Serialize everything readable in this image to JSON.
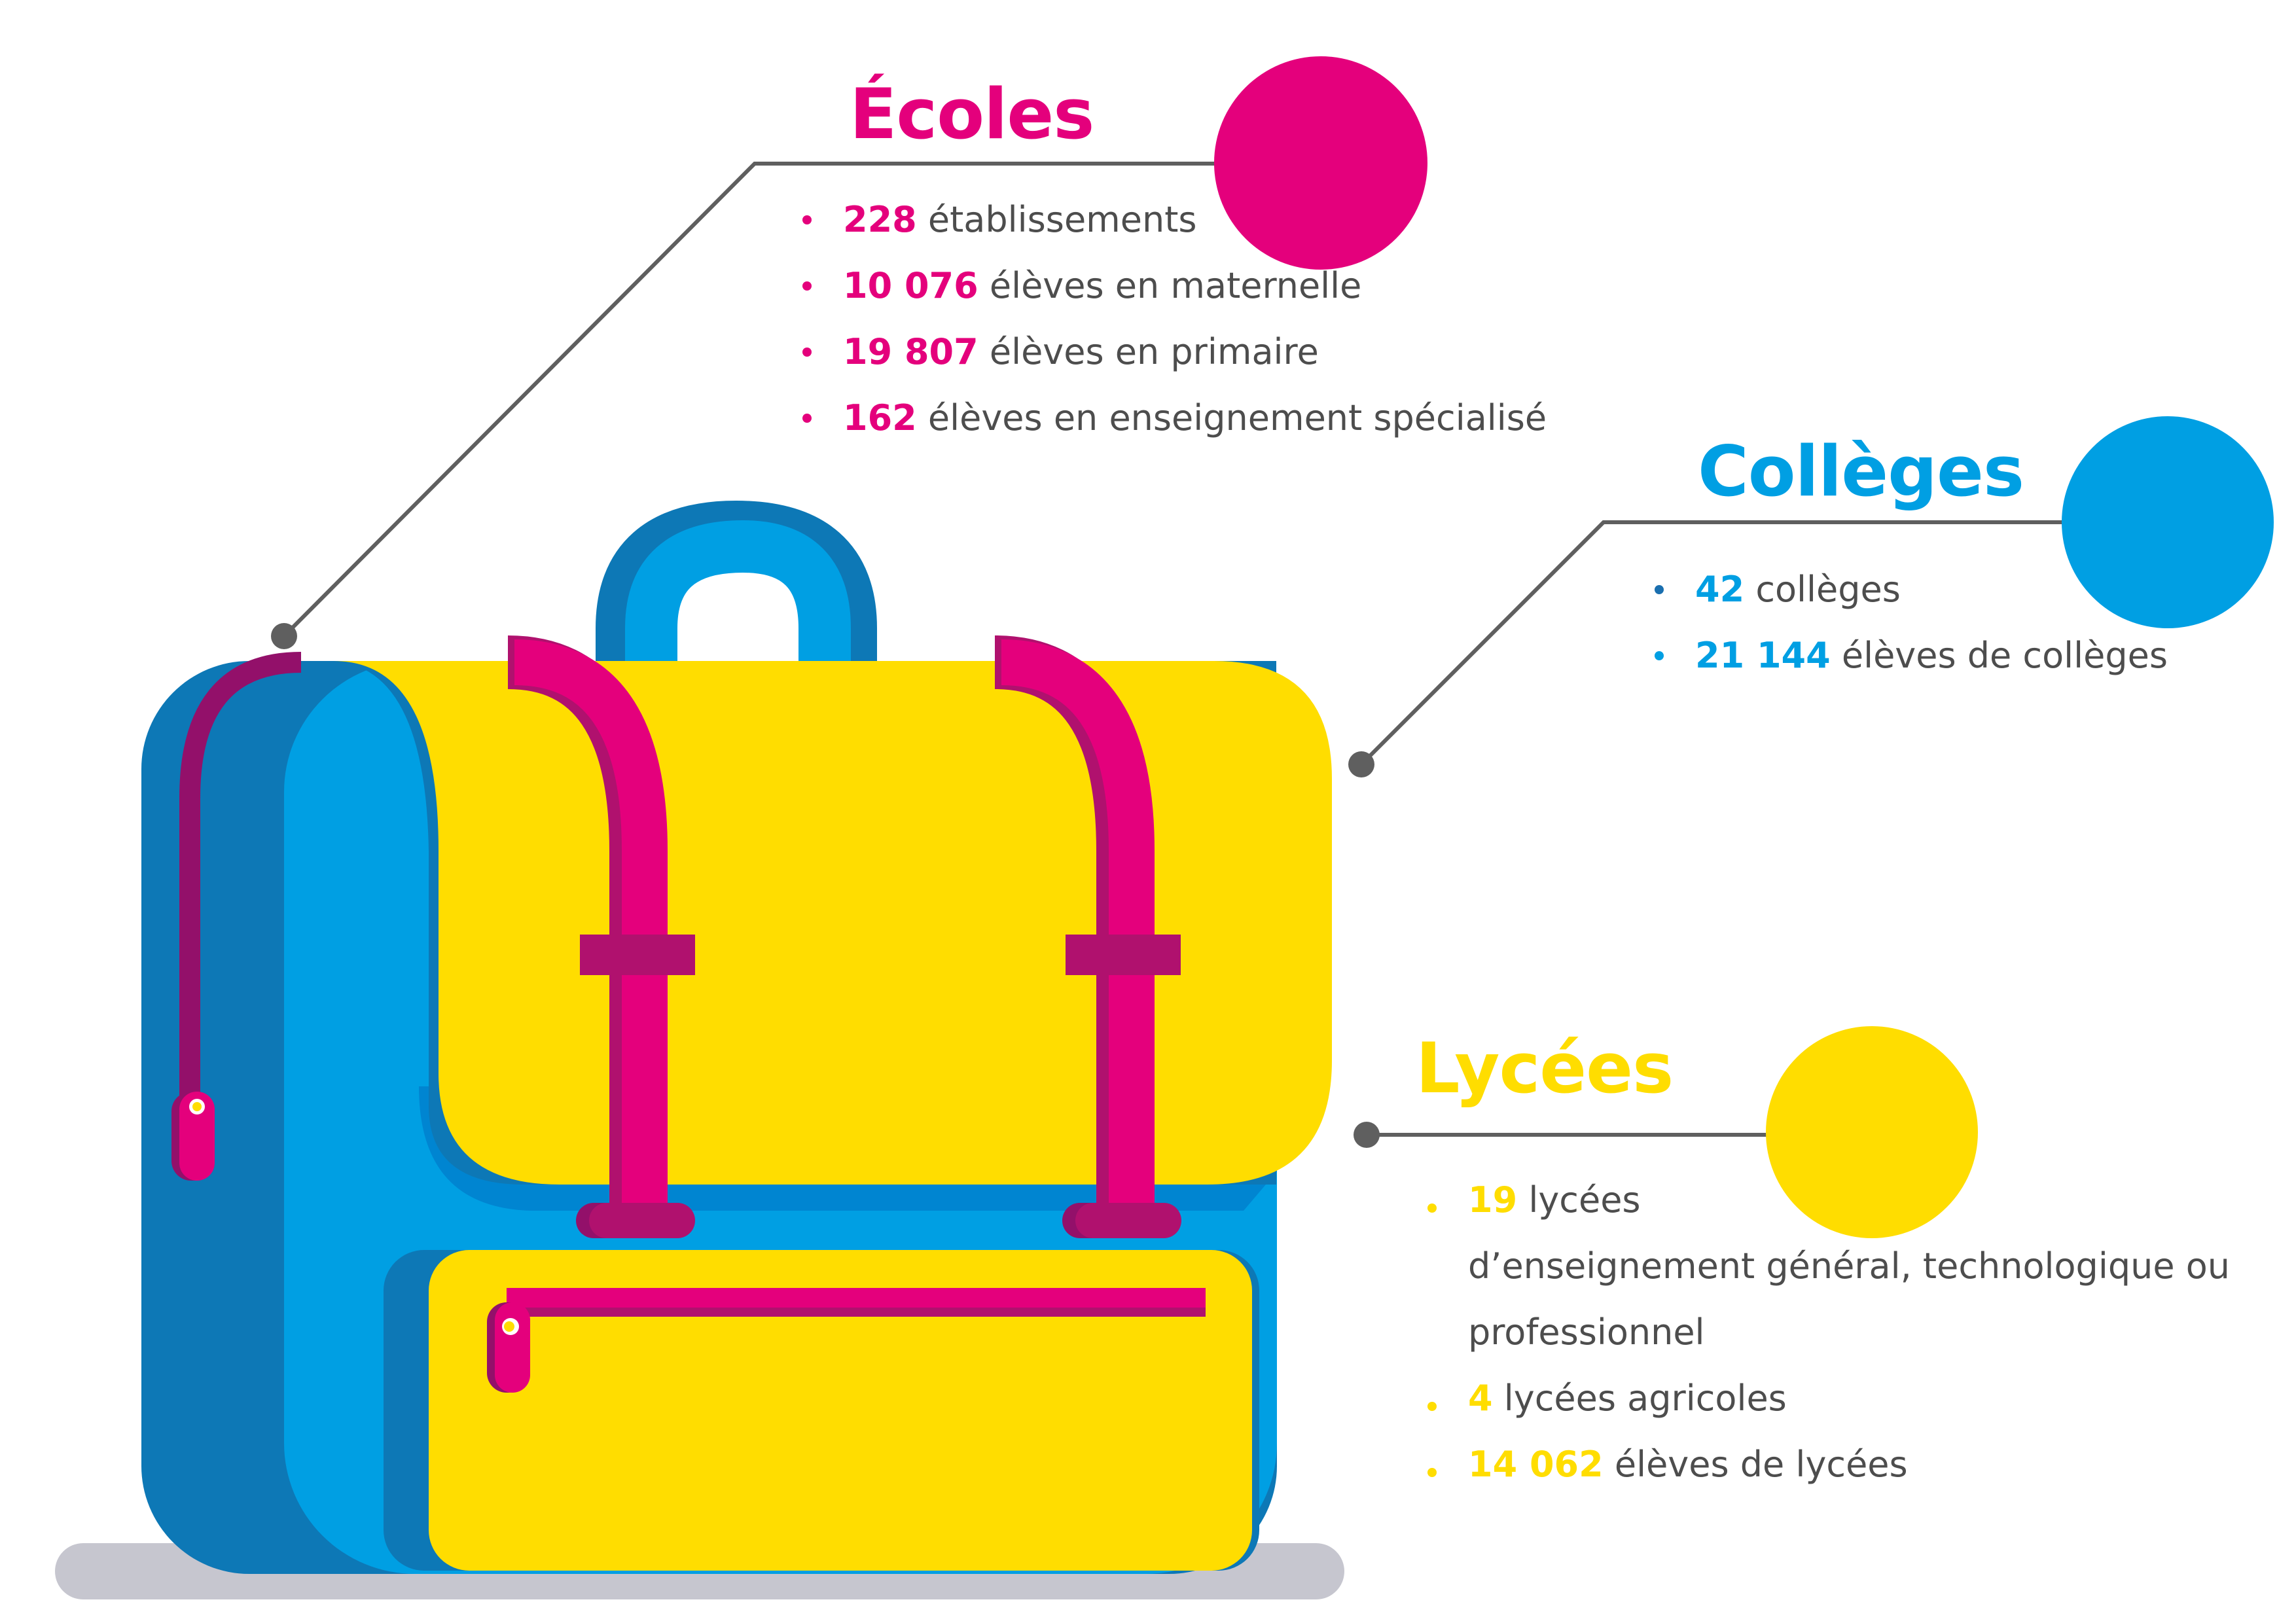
{
  "colors": {
    "ecoles": "#e4007c",
    "colleges": "#009fe3",
    "lycees": "#ffdd00",
    "text": "#4d4d4d",
    "connector": "#5f5f5f",
    "shadow": "#c6c6cf"
  },
  "sections": {
    "ecoles": {
      "title": "Écoles",
      "items": [
        {
          "value": "228",
          "text": "établissements"
        },
        {
          "value": "10 076",
          "text": "élèves en maternelle"
        },
        {
          "value": "19 807",
          "text": "élèves en primaire"
        },
        {
          "value": "162",
          "text": "élèves en enseignement spécialisé"
        }
      ]
    },
    "colleges": {
      "title": "Collèges",
      "items": [
        {
          "value": "42",
          "text": "collèges"
        },
        {
          "value": "21 144",
          "text": "élèves de collèges"
        }
      ]
    },
    "lycees": {
      "title": "Lycées",
      "items": [
        {
          "value": "19",
          "text": "lycées",
          "text_cont_1": "d’enseignement général, technologique ou",
          "text_cont_2": "professionnel"
        },
        {
          "value": "4",
          "text": "lycées agricoles"
        },
        {
          "value": "14 062",
          "text": "élèves de lycées"
        }
      ]
    }
  }
}
